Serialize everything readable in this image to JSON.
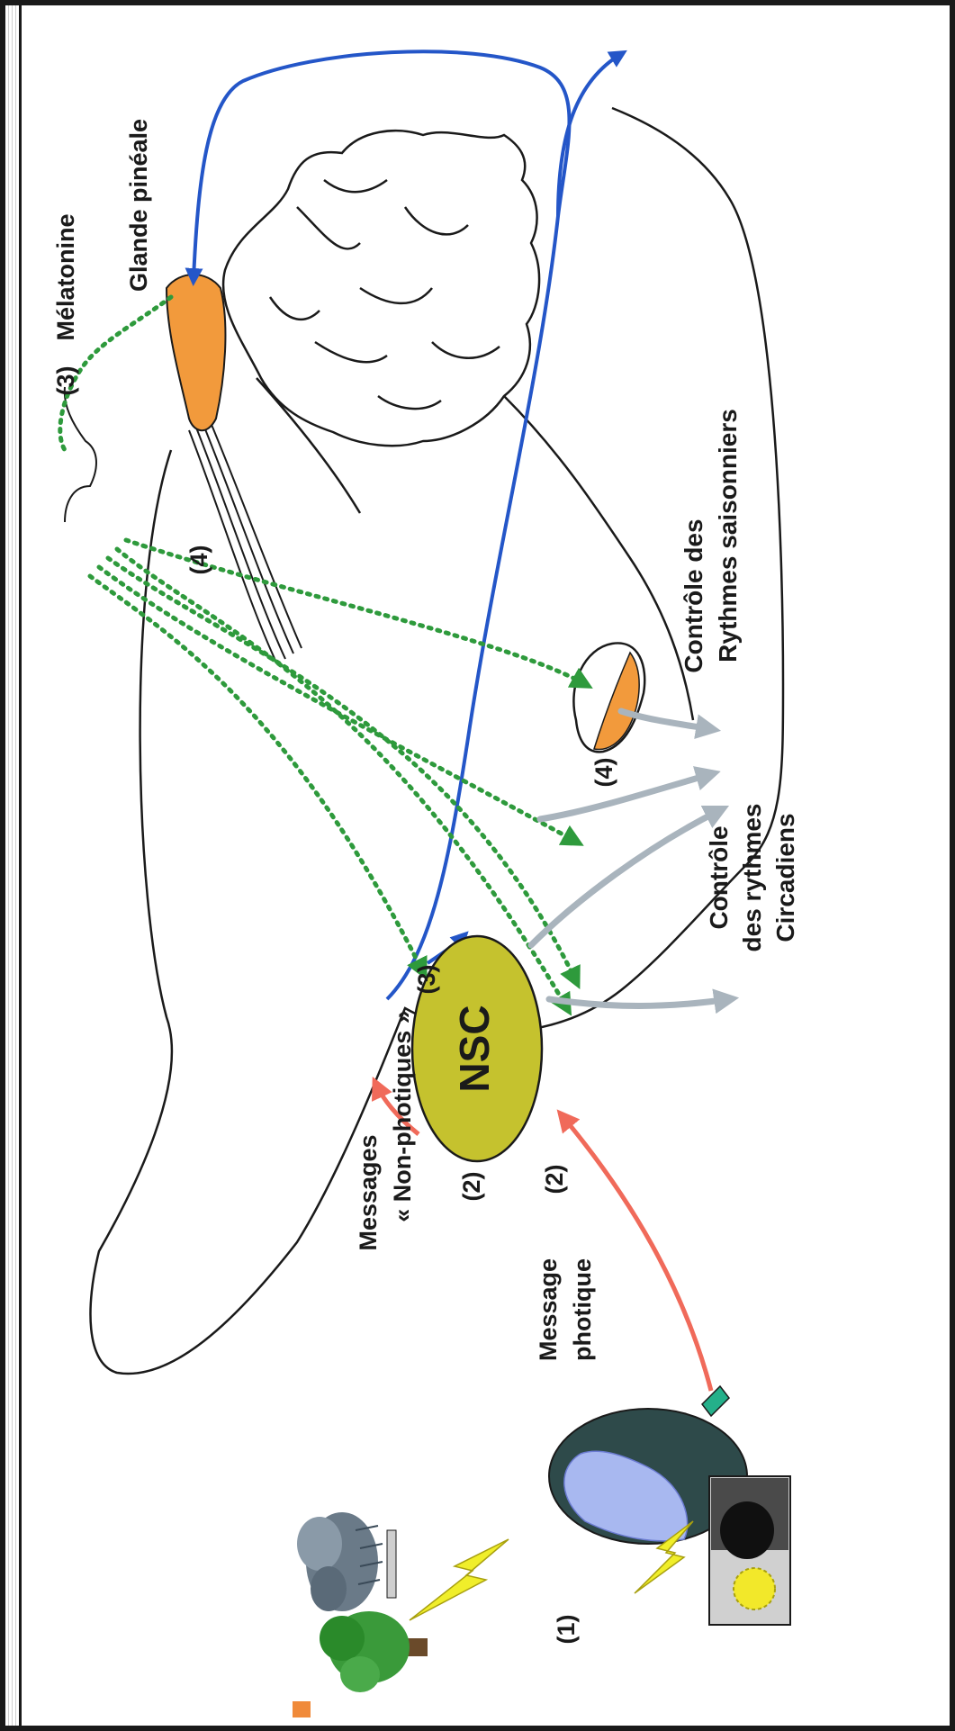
{
  "labels": {
    "glande_pineale": "Glande pinéale",
    "melatonine": "Mélatonine",
    "step3_melatonine": "(3)",
    "step4_top": "(4)",
    "step4_bottom": "(4)",
    "step3_nsc": "(3)",
    "step2_upper": "(2)",
    "step2_lower": "(2)",
    "step1": "(1)",
    "nsc": "NSC",
    "messages_line1": "Messages",
    "messages_line2": "« Non-photiques »",
    "message_photique_line1": "Message",
    "message_photique_line2": "photique",
    "controle_saisonniers_line1": "Contrôle des",
    "controle_saisonniers_line2": "Rythmes saisonniers",
    "controle_circadiens_line1": "Contrôle",
    "controle_circadiens_line2": "des rythmes",
    "controle_circadiens_line3": "Circadiens"
  },
  "colors": {
    "outline": "#1a1a1a",
    "nsc_fill": "#c5c22e",
    "pineal_fill": "#f29a3c",
    "melatonin_dotted": "#2e9a3c",
    "blue_pathway": "#2456c8",
    "red_input": "#f06a5a",
    "grey_output": "#a9b4bd",
    "eye_dark": "#2e4a4a",
    "eye_lens": "#a8b8f0",
    "nerve": "#24b08a",
    "lightning": "#f0ee2a",
    "sun": "#f2e82a"
  },
  "icons": [
    "tree-icon",
    "rain-cloud-icon",
    "lightning-icon",
    "sun-icon",
    "moon-icon",
    "eye-icon"
  ]
}
